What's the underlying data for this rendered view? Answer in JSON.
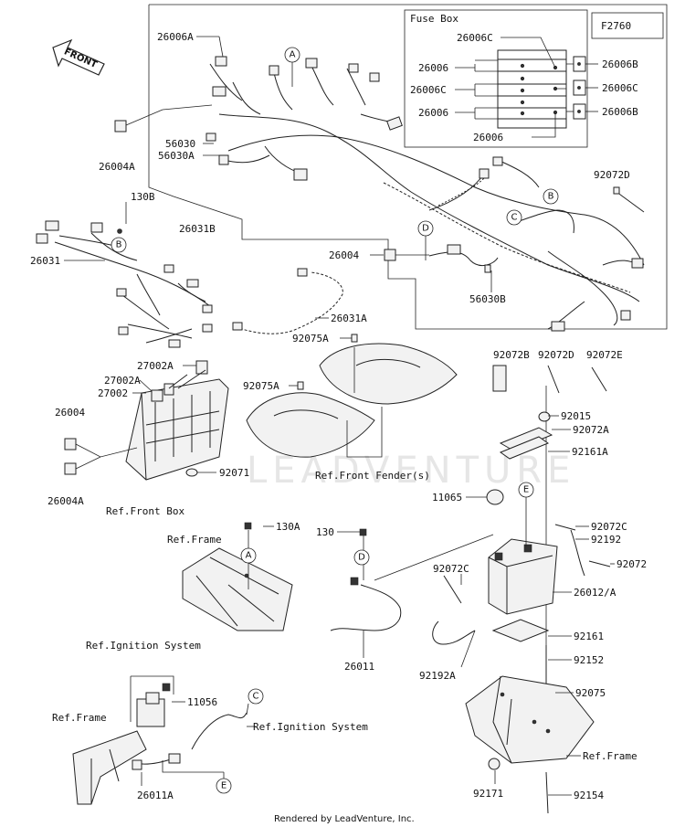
{
  "figure_code": "F2760",
  "fuse_box_title": "Fuse Box",
  "front_arrow": "FRONT",
  "watermark": "LEADVENTURE",
  "footer": "Rendered by LeadVenture, Inc.",
  "labels": {
    "p26006A": "26006A",
    "p26004A_top": "26004A",
    "p56030": "56030",
    "p56030A": "56030A",
    "p26031B": "26031B",
    "p130B": "130B",
    "p26031": "26031",
    "p26004_mid": "26004",
    "p56030B": "56030B",
    "p92072D_top": "92072D",
    "p26031A": "26031A",
    "p92075A_1": "92075A",
    "p92075A_2": "92075A",
    "p27002A_1": "27002A",
    "p27002A_2": "27002A",
    "p27002": "27002",
    "p26004_left": "26004",
    "p26004A_left": "26004A",
    "p92071": "92071",
    "p92072B": "92072B",
    "p92072D_mid": "92072D",
    "p92072E": "92072E",
    "p92015": "92015",
    "p92072A": "92072A",
    "p92161A": "92161A",
    "p11065": "11065",
    "p130A": "130A",
    "p130": "130",
    "p92072C_r": "92072C",
    "p92192": "92192",
    "p92072": "92072",
    "p92072C_l": "92072C",
    "p26012": "26012/A",
    "p26011": "26011",
    "p92192A": "92192A",
    "p92161": "92161",
    "p92152": "92152",
    "p92075": "92075",
    "p11056": "11056",
    "p26011A": "26011A",
    "p92171": "92171",
    "p92154": "92154",
    "fb_26006C_top": "26006C",
    "fb_26006": "26006",
    "fb_26006C_l": "26006C",
    "fb_26006_2": "26006",
    "fb_26006_bottom": "26006",
    "fb_26006B_1": "26006B",
    "fb_26006C_r": "26006C",
    "fb_26006B_2": "26006B"
  },
  "refs": {
    "front_fenders": "Ref.Front Fender(s)",
    "front_box": "Ref.Front Box",
    "frame_1": "Ref.Frame",
    "ignition_1": "Ref.Ignition System",
    "ignition_2": "Ref.Ignition System",
    "frame_2": "Ref.Frame",
    "frame_3": "Ref.Frame"
  },
  "callouts": {
    "a1": "A",
    "b1": "B",
    "b2": "B",
    "c1": "C",
    "d1": "D",
    "e1": "E",
    "a2": "A",
    "d2": "D",
    "c2": "C",
    "e2": "E"
  }
}
